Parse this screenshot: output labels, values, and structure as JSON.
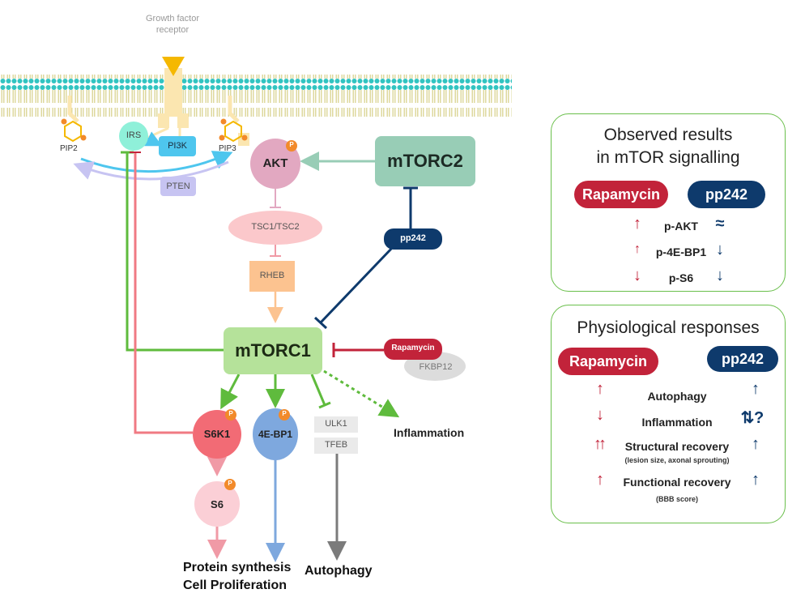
{
  "colors": {
    "membrane": "#d6cf86",
    "membrane_head": "#31c4c1",
    "receptor": "#fbe6b0",
    "ligand": "#f5b800",
    "irs": "#8ff0d9",
    "pi3k": "#4ec6ee",
    "pten": "#c7c4f2",
    "akt": "#e2a8c1",
    "tsc": "#fbc8cb",
    "rheb": "#fcc390",
    "mtorc1": "#b5e29a",
    "mtorc2": "#98cdb6",
    "s6k1": "#f26b75",
    "s6": "#fbcfd6",
    "ebp1": "#7ea8de",
    "phospho": "#f28a2a",
    "inhib_red": "#c2233a",
    "inhib_navy": "#0e3a6c",
    "green": "#5fbb3d",
    "panel_border": "#6abf4b"
  },
  "diagram": {
    "receptor_label": "Growth factor\nreceptor",
    "pip2": "PIP2",
    "pip3": "PIP3",
    "irs": "IRS",
    "pi3k": "PI3K",
    "pten": "PTEN",
    "akt": "AKT",
    "tsc": "TSC1/TSC2",
    "rheb": "RHEB",
    "mtorc1": "mTORC1",
    "mtorc2": "mTORC2",
    "pp242": "pp242",
    "rapamycin": "Rapamycin",
    "fkbp12": "FKBP12",
    "s6k1": "S6K1",
    "s6": "S6",
    "ebp1": "4E-BP1",
    "ulk1": "ULK1",
    "tfeb": "TFEB",
    "phospho": "P",
    "inflammation": "Inflammation",
    "protein_synthesis": "Protein synthesis",
    "cell_proliferation": "Cell Proliferation",
    "autophagy": "Autophagy"
  },
  "observed": {
    "title_line1": "Observed results",
    "title_line2": "in mTOR signalling",
    "col1": "Rapamycin",
    "col2": "pp242",
    "rows": [
      {
        "label": "p-AKT",
        "rapamycin": "up",
        "pp242": "≈"
      },
      {
        "label": "p-4E-BP1",
        "rapamycin": "up-small",
        "pp242": "down"
      },
      {
        "label": "p-S6",
        "rapamycin": "down",
        "pp242": "down"
      }
    ]
  },
  "physio": {
    "title": "Physiological responses",
    "col1": "Rapamycin",
    "col2": "pp242",
    "rows": [
      {
        "label": "Autophagy",
        "sub": "",
        "rapamycin": "up",
        "pp242": "up"
      },
      {
        "label": "Inflammation",
        "sub": "",
        "rapamycin": "down",
        "pp242": "down-up ?"
      },
      {
        "label": "Structural recovery",
        "sub": "(lesion size, axonal sprouting)",
        "rapamycin": "up-up",
        "pp242": "up"
      },
      {
        "label": "Functional recovery",
        "sub": "(BBB score)",
        "rapamycin": "up",
        "pp242": "up"
      }
    ],
    "question": "?"
  }
}
